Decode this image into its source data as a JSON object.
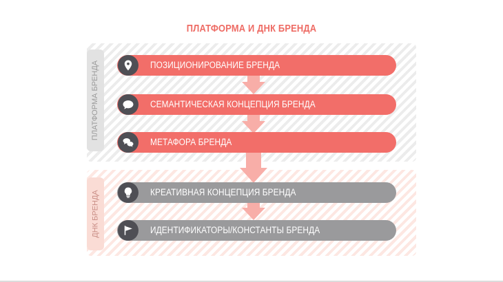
{
  "title": "ПЛАТФОРМА И ДНК БРЕНДА",
  "groups": [
    {
      "label": "ПЛАТФОРМА БРЕНДА",
      "color": "#e2e2e2"
    },
    {
      "label": "ДНК БРЕНДА",
      "color": "#fadcd5"
    }
  ],
  "steps": [
    {
      "label": "ПОЗИЦИОНИРОВАНИЕ БРЕНДА",
      "icon": "location-pin-icon",
      "color": "#f26e69"
    },
    {
      "label": "СЕМАНТИЧЕСКАЯ КОНЦЕПЦИЯ БРЕНДА",
      "icon": "speech-bubble-icon",
      "color": "#f26e69"
    },
    {
      "label": "МЕТАФОРА БРЕНДА",
      "icon": "chat-bubbles-icon",
      "color": "#f26e69"
    },
    {
      "label": "КРЕАТИВНАЯ КОНЦЕПЦИЯ БРЕНДА",
      "icon": "lightbulb-icon",
      "color": "#9a9a9c"
    },
    {
      "label": "ИДЕНТИФИКАТОРЫ/КОНСТАНТЫ БРЕНДА",
      "icon": "flag-icon",
      "color": "#9a9a9c"
    }
  ],
  "colors": {
    "accent": "#f26e69",
    "neutral": "#9a9a9c",
    "icon_bg": "#4f4f55",
    "arrow": "#f8aea8"
  }
}
